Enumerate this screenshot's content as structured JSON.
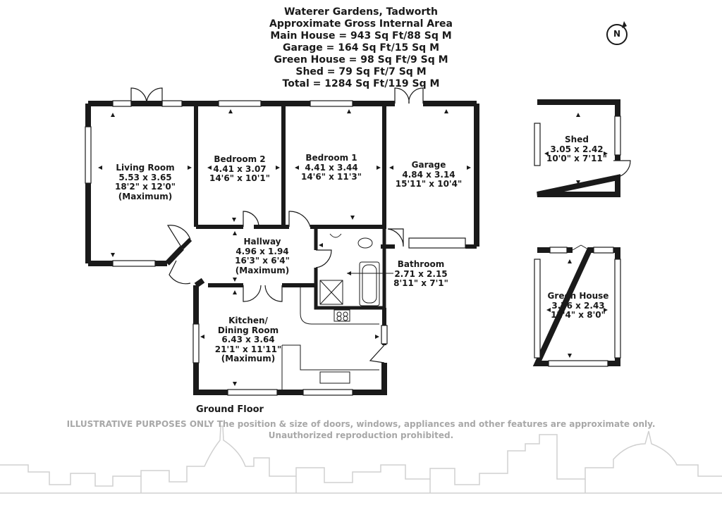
{
  "header": {
    "title": "Waterer Gardens, Tadworth",
    "subtitle": "Approximate Gross Internal Area",
    "areas": [
      "Main House = 943 Sq Ft/88 Sq M",
      "Garage = 164 Sq Ft/15 Sq M",
      "Green House = 98 Sq Ft/9 Sq M",
      "Shed = 79 Sq Ft/7 Sq M",
      "Total = 1284 Sq Ft/119 Sq M"
    ]
  },
  "compass": {
    "letter": "N"
  },
  "rooms": [
    {
      "id": "living-room",
      "lines": [
        "Living Room",
        "5.53 x 3.65",
        "18'2\" x 12'0\"",
        "(Maximum)"
      ]
    },
    {
      "id": "bedroom-2",
      "lines": [
        "Bedroom 2",
        "4.41 x 3.07",
        "14'6\" x 10'1\""
      ]
    },
    {
      "id": "bedroom-1",
      "lines": [
        "Bedroom 1",
        "4.41 x 3.44",
        "14'6\" x 11'3\""
      ]
    },
    {
      "id": "garage",
      "lines": [
        "Garage",
        "4.84 x 3.14",
        "15'11\" x 10'4\""
      ]
    },
    {
      "id": "hallway",
      "lines": [
        "Hallway",
        "4.96 x 1.94",
        "16'3\" x 6'4\"",
        "(Maximum)"
      ]
    },
    {
      "id": "bathroom",
      "lines": [
        "Bathroom",
        "2.71 x 2.15",
        "8'11\" x 7'1\""
      ]
    },
    {
      "id": "kitchen-dining",
      "lines": [
        "Kitchen/",
        "Dining Room",
        "6.43 x 3.64",
        "21'1\" x 11'11\"",
        "(Maximum)"
      ]
    },
    {
      "id": "shed",
      "lines": [
        "Shed",
        "3.05 x 2.42",
        "10'0\" x 7'11\""
      ]
    },
    {
      "id": "green-house",
      "lines": [
        "Green House",
        "3.76 x 2.43",
        "12'4\" x 8'0\""
      ]
    }
  ],
  "floor_label": "Ground Floor",
  "disclaimer": {
    "line1": "ILLUSTRATIVE PURPOSES ONLY  The position & size of doors, windows, appliances and other features are approximate only.",
    "line2": "Unauthorized reproduction prohibited."
  },
  "colors": {
    "wall": "#1a1a1a",
    "text": "#1a1a1a",
    "disclaimer": "#a8a8a8",
    "skyline": "#d0d0d0"
  }
}
